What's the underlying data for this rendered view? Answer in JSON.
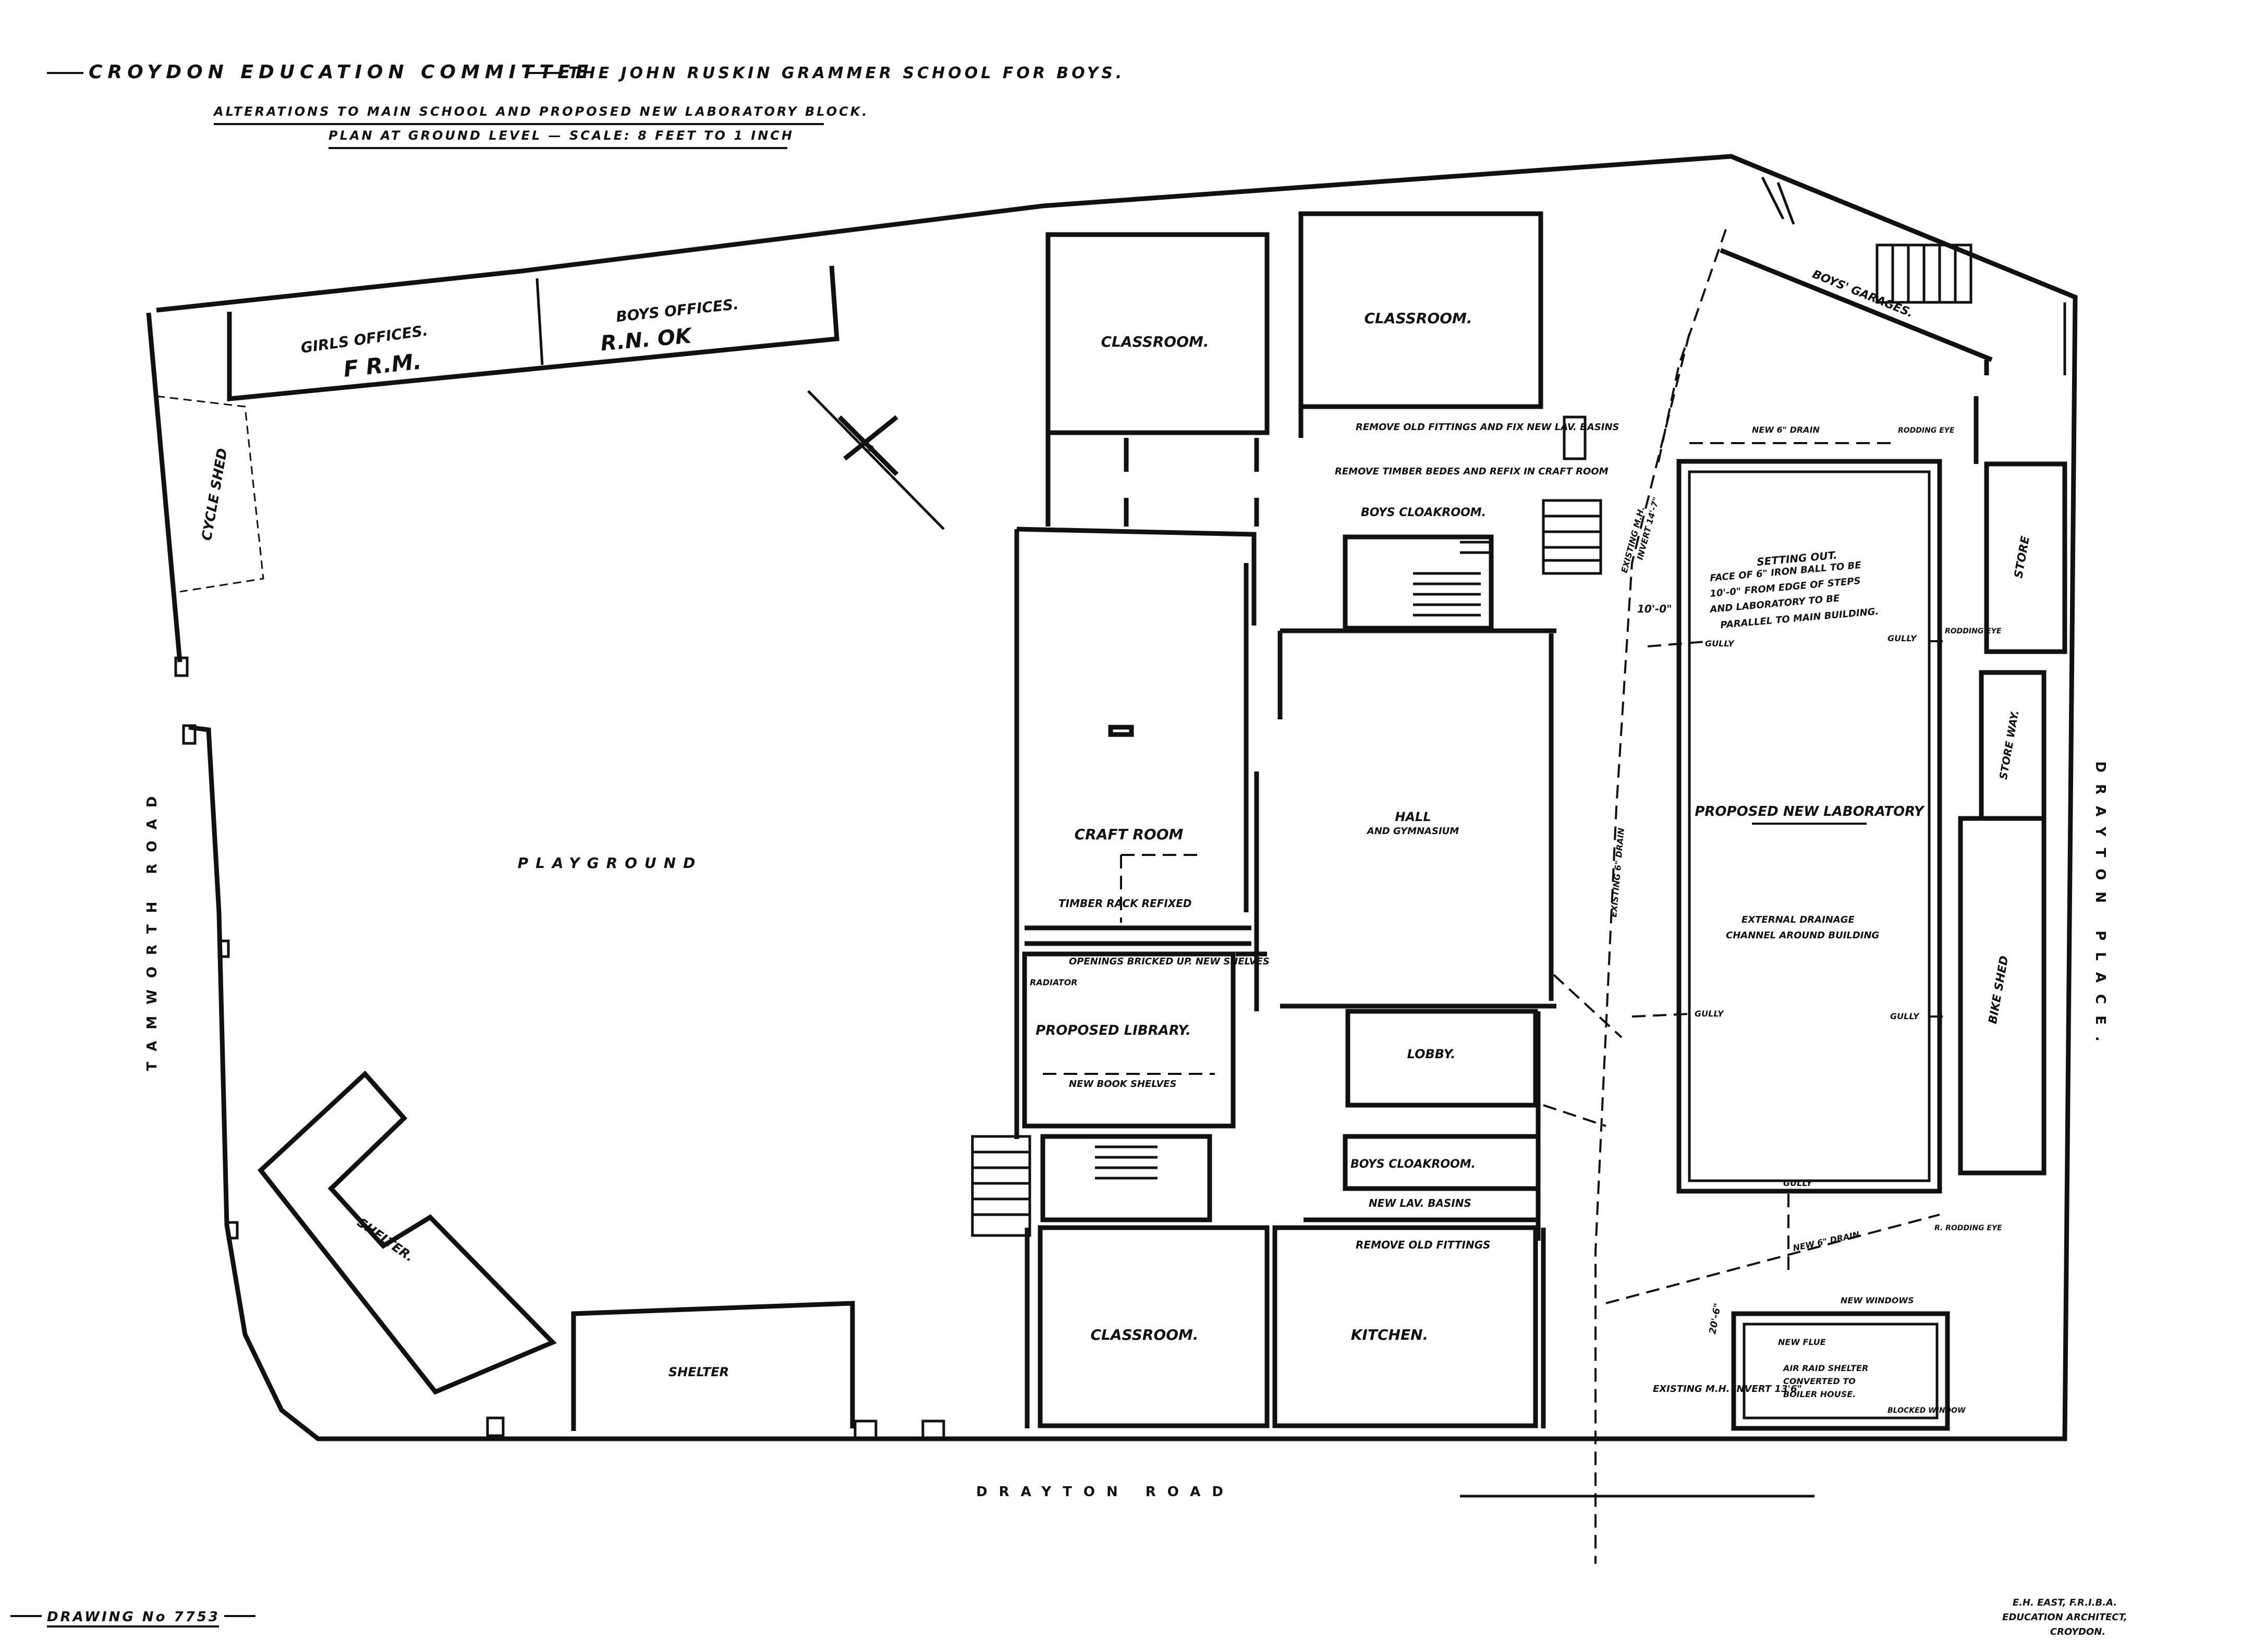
{
  "title": {
    "line1_left": "CROYDON EDUCATION COMMITTEE",
    "line1_right": "THE JOHN RUSKIN GRAMMER SCHOOL FOR BOYS.",
    "line2": "ALTERATIONS TO MAIN SCHOOL AND PROPOSED NEW LABORATORY BLOCK.",
    "line3": "PLAN AT GROUND LEVEL — SCALE: 8 FEET TO 1 INCH"
  },
  "roads": {
    "tamworth": "TAMWORTH ROAD",
    "drayton_road": "DRAYTON ROAD",
    "drayton_place": "DRAYTON PLACE."
  },
  "rooms": {
    "girls_offices": "GIRLS OFFICES.",
    "boys_offices": "BOYS OFFICES.",
    "cycle_shed": "CYCLE SHED",
    "playground": "PLAYGROUND",
    "shelter_1": "SHELTER.",
    "shelter_2": "SHELTER",
    "classroom_1": "CLASSROOM.",
    "classroom_2": "CLASSROOM.",
    "classroom_3": "CLASSROOM.",
    "craft_room": "CRAFT ROOM",
    "hall": "HALL",
    "hall_sub": "AND GYMNASIUM",
    "proposed_library": "PROPOSED LIBRARY.",
    "lobby": "LOBBY.",
    "boys_cloakroom_1": "BOYS CLOAKROOM.",
    "boys_cloakroom_2": "BOYS CLOAKROOM.",
    "kitchen": "KITCHEN.",
    "boys_garages": "BOYS' GARAGES.",
    "proposed_laboratory": "PROPOSED NEW LABORATORY",
    "store": "STORE",
    "bike_shed": "BIKE SHED",
    "store_2": "STORE WAY."
  },
  "notes": {
    "remove_old_fittings_top": "REMOVE OLD FITTINGS AND FIX NEW LAV. BASINS",
    "remove_timber": "REMOVE TIMBER BEDES AND REFIX IN CRAFT ROOM",
    "timber_rack": "TIMBER RACK REFIXED",
    "openings": "OPENINGS BRICKED UP. NEW SHELVES",
    "radiator": "RADIATOR",
    "new_book_shelves": "NEW BOOK SHELVES",
    "new_lav_basins": "NEW LAV. BASINS",
    "remove_old_fittings_bottom": "REMOVE OLD FITTINGS",
    "setting_out_1": "SETTING OUT.",
    "setting_out_2": "FACE OF 6\" IRON BALL TO BE",
    "setting_out_3": "10'-0\" FROM EDGE OF STEPS",
    "setting_out_4": "AND LABORATORY TO BE",
    "setting_out_5": "PARALLEL TO MAIN BUILDING.",
    "drainage_1": "EXTERNAL DRAINAGE",
    "drainage_2": "CHANNEL AROUND BUILDING",
    "new_drain_top": "NEW 6\" DRAIN",
    "new_drain_bottom": "NEW 6\" DRAIN",
    "existing_drain": "EXISTING 6\" DRAIN",
    "existing_mh_top": "EXISTING M.H.",
    "existing_mh_bottom": "EXISTING M.H. INVERT 13'6\"",
    "invert": "INVERT 14'-7\"",
    "level_10": "10'-0\"",
    "gully_1": "GULLY",
    "gully_2": "GULLY",
    "gully_3": "GULLY",
    "gully_4": "GULLY",
    "gully_5": "GULLY",
    "rodding_1": "RODDING EYE",
    "rodding_2": "RODDING EYE",
    "rodding_3": "R. RODDING EYE",
    "new_windows": "NEW WINDOWS",
    "new_flue": "NEW FLUE",
    "air_raid_shelter_1": "AIR RAID SHELTER",
    "air_raid_shelter_2": "CONVERTED TO",
    "air_raid_shelter_3": "BOILER HOUSE.",
    "blocked_window": "BLOCKED WINDOW",
    "hand_note_1": "F R.M.",
    "hand_note_2": "R.N. OK",
    "dim_206": "20'-6\""
  },
  "footer": {
    "drawing_no": "DRAWING No 7753",
    "architect_1": "E.H. EAST, F.R.I.B.A.",
    "architect_2": "EDUCATION ARCHITECT,",
    "architect_3": "CROYDON."
  }
}
